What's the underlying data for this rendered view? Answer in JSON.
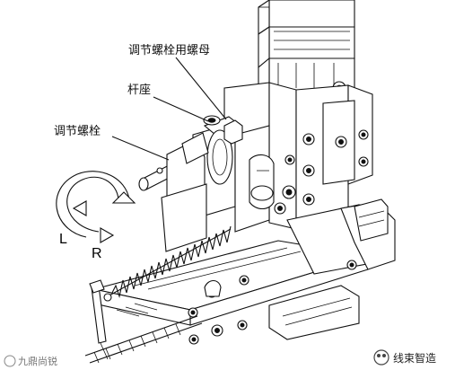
{
  "labels": {
    "adjust_bolt_nut": "调节螺栓用螺母",
    "rod_seat": "杆座",
    "adjust_bolt": "调节螺栓"
  },
  "rotation": {
    "left": "L",
    "right": "R"
  },
  "watermark": {
    "left": "九鼎尚锐",
    "right": "线束智造"
  }
}
